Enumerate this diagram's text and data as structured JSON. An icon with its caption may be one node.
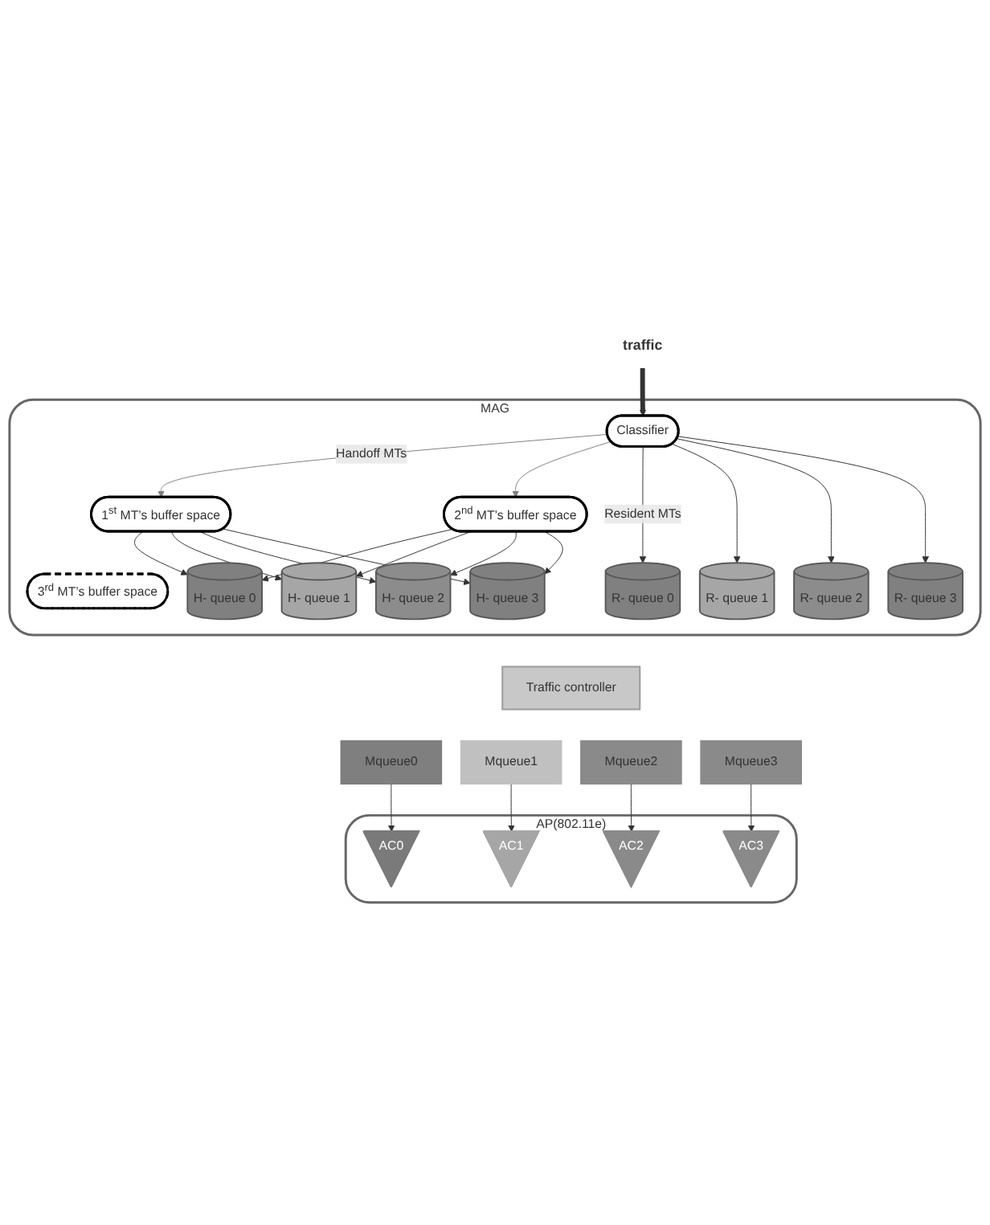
{
  "diagram": {
    "nodes": [
      {
        "text": [
          "traffic"
        ]
      },
      {
        "text": [
          "MAG"
        ]
      },
      {
        "text": [
          "Classifier"
        ],
        "in": 1
      },
      {
        "text": [
          "1$^{st}$ MT’s buffer space"
        ],
        "in": 1
      },
      {
        "text": [
          "2$^{nd}$ MT’s buffer space"
        ],
        "in": 1
      },
      {
        "text": [
          "3$^{rd}$ MT’s buffer space"
        ],
        "in": 1
      },
      {
        "text": [
          "R- queue 0"
        ],
        "in": 1
      },
      {
        "text": [
          "H- queue 0"
        ],
        "in": 1
      },
      {
        "text": [
          "R- queue 1"
        ],
        "in": 1
      },
      {
        "text": [
          "H- queue 1"
        ],
        "in": 1
      },
      {
        "text": [
          "R- queue 2"
        ],
        "in": 1
      },
      {
        "text": [
          "H- queue 2"
        ],
        "in": 1
      },
      {
        "text": [
          "R- queue 3"
        ],
        "in": 1
      },
      {
        "text": [
          "H- queue 3"
        ],
        "in": 1
      },
      {
        "text": [
          "Traffic controller"
        ]
      },
      {
        "text": [
          "Mqueue0"
        ]
      },
      {
        "text": [
          "Mqueue1"
        ]
      },
      {
        "text": [
          "Mqueue2"
        ]
      },
      {
        "text": [
          "Mqueue3"
        ]
      },
      {
        "text": [
          "AP(802.11e)"
        ]
      },
      {
        "text": [
          "AC0"
        ],
        "in": 19
      },
      {
        "text": [
          "AC1"
        ],
        "in": 19
      },
      {
        "text": [
          "AC2"
        ],
        "in": 19
      },
      {
        "text": [
          "AC3"
        ],
        "in": 19
      }
    ],
    "edges": [
      {
        "from": 0,
        "to": 2,
        "arrow": "to",
        "style": "thick"
      },
      {
        "from": 2,
        "to": 3,
        "arrow": "to",
        "label": "Handoff MTs",
        "color": "#808080"
      },
      {
        "from": 2,
        "to": 4,
        "arrow": "to",
        "color": "#808080"
      },
      {
        "from": 2,
        "to": 6,
        "arrow": "to",
        "label": "Resident MTs"
      },
      {
        "from": 2,
        "to": 8,
        "arrow": "to"
      },
      {
        "from": 2,
        "to": 10,
        "arrow": "to"
      },
      {
        "from": 2,
        "to": 12,
        "arrow": "to"
      },
      {
        "from": 3,
        "to": 7,
        "arrow": "to"
      },
      {
        "from": 3,
        "to": 9,
        "arrow": "to"
      },
      {
        "from": 3,
        "to": 11,
        "arrow": "to"
      },
      {
        "from": 3,
        "to": 13,
        "arrow": "to"
      },
      {
        "from": 4,
        "to": 7,
        "arrow": "to"
      },
      {
        "from": 4,
        "to": 9,
        "arrow": "to"
      },
      {
        "from": 4,
        "to": 11,
        "arrow": "to"
      },
      {
        "from": 4,
        "to": 13,
        "arrow": "to"
      },
      {
        "from": 15,
        "to": 20,
        "arrow": "to"
      },
      {
        "from": 16,
        "to": 21,
        "arrow": "to"
      },
      {
        "from": 17,
        "to": 22,
        "arrow": "to"
      },
      {
        "from": 18,
        "to": 23,
        "arrow": "to"
      }
    ]
  }
}
